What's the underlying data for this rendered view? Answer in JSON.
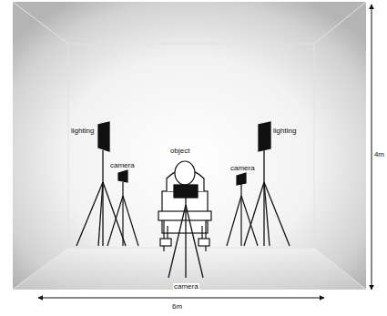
{
  "diagram": {
    "labels": [
      "lighting",
      "camera",
      "object",
      "camera",
      "lighting",
      "4m",
      "camera",
      "6m"
    ]
  }
}
